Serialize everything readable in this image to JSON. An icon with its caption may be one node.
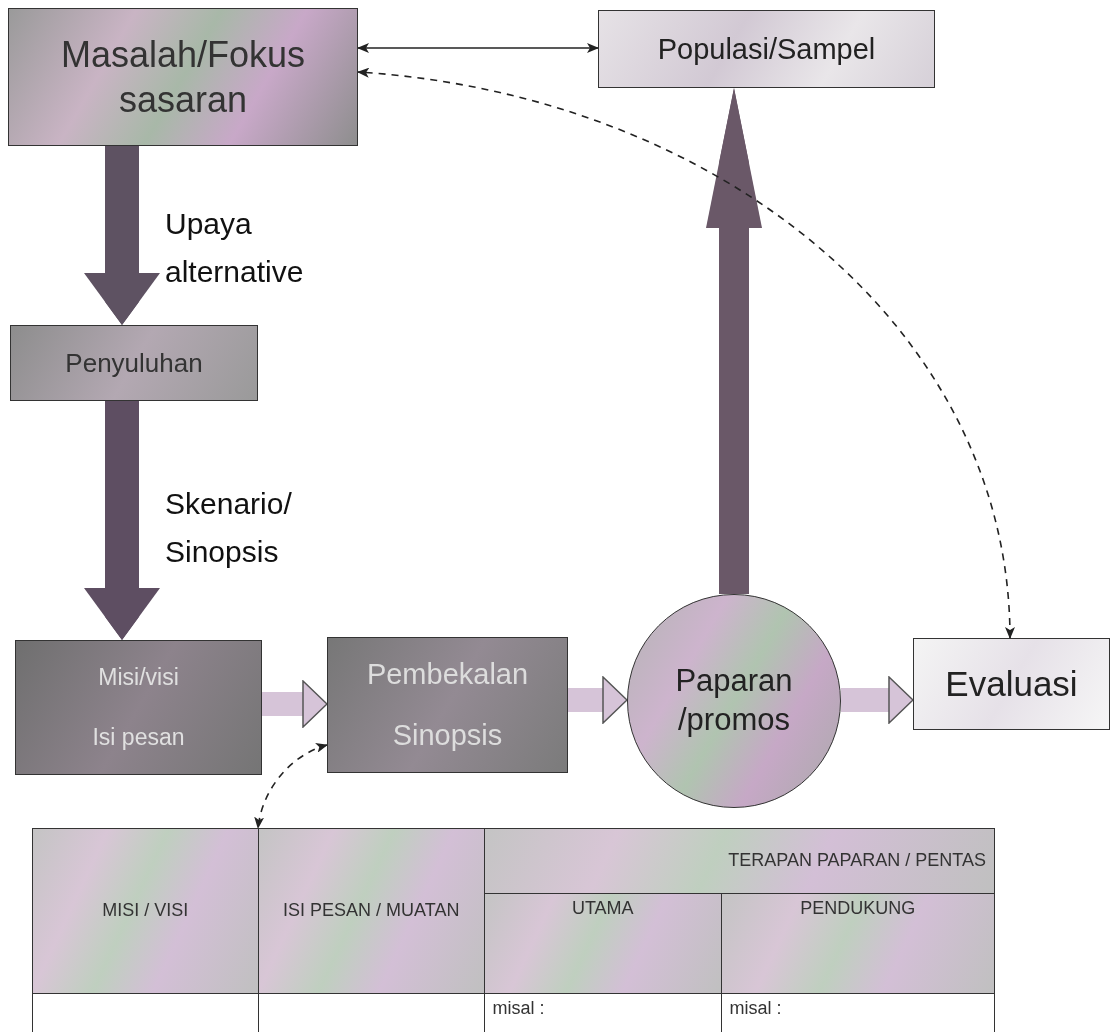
{
  "diagram": {
    "nodes": [
      {
        "text": [
          "Masalah/Fokus sasaran"
        ]
      },
      {
        "text": [
          "Populasi/Sampel"
        ]
      },
      {
        "text": [
          "Penyuluhan"
        ]
      },
      {
        "text": [
          "Misi/visi",
          "Isi pesan"
        ]
      },
      {
        "text": [
          "Pembekalan",
          "Sinopsis"
        ]
      },
      {
        "text": [
          "Paparan /promos"
        ]
      },
      {
        "text": [
          "Evaluasi"
        ]
      },
      {
        "text": [],
        "shape": "box"
      }
    ],
    "edges": [
      {
        "from": 0,
        "to": 1,
        "arrow": "both"
      },
      {
        "from": 0,
        "to": 2,
        "arrow": "to",
        "label": "Upaya alternative"
      },
      {
        "from": 2,
        "to": 3,
        "arrow": "to",
        "label": "Skenario/ Sinopsis"
      },
      {
        "from": 3,
        "to": 4,
        "arrow": "to",
        "color": "#d6c4d8"
      },
      {
        "from": 4,
        "to": 5,
        "arrow": "to",
        "color": "#d6c4d8"
      },
      {
        "from": 5,
        "to": 6,
        "arrow": "to",
        "color": "#d6c4d8"
      },
      {
        "from": 5,
        "to": 1,
        "arrow": "to"
      },
      {
        "from": 6,
        "to": 0,
        "arrow": "both",
        "style": "dashed"
      },
      {
        "from": 4,
        "to": 7,
        "arrow": "both",
        "style": "dashed"
      }
    ],
    "labels": [
      "MISI / VISI",
      "ISI PESAN / MUATAN",
      "TERAPAN PAPARAN / PENTAS",
      "UTAMA",
      "PENDUKUNG",
      "misal :",
      "misal :"
    ]
  }
}
